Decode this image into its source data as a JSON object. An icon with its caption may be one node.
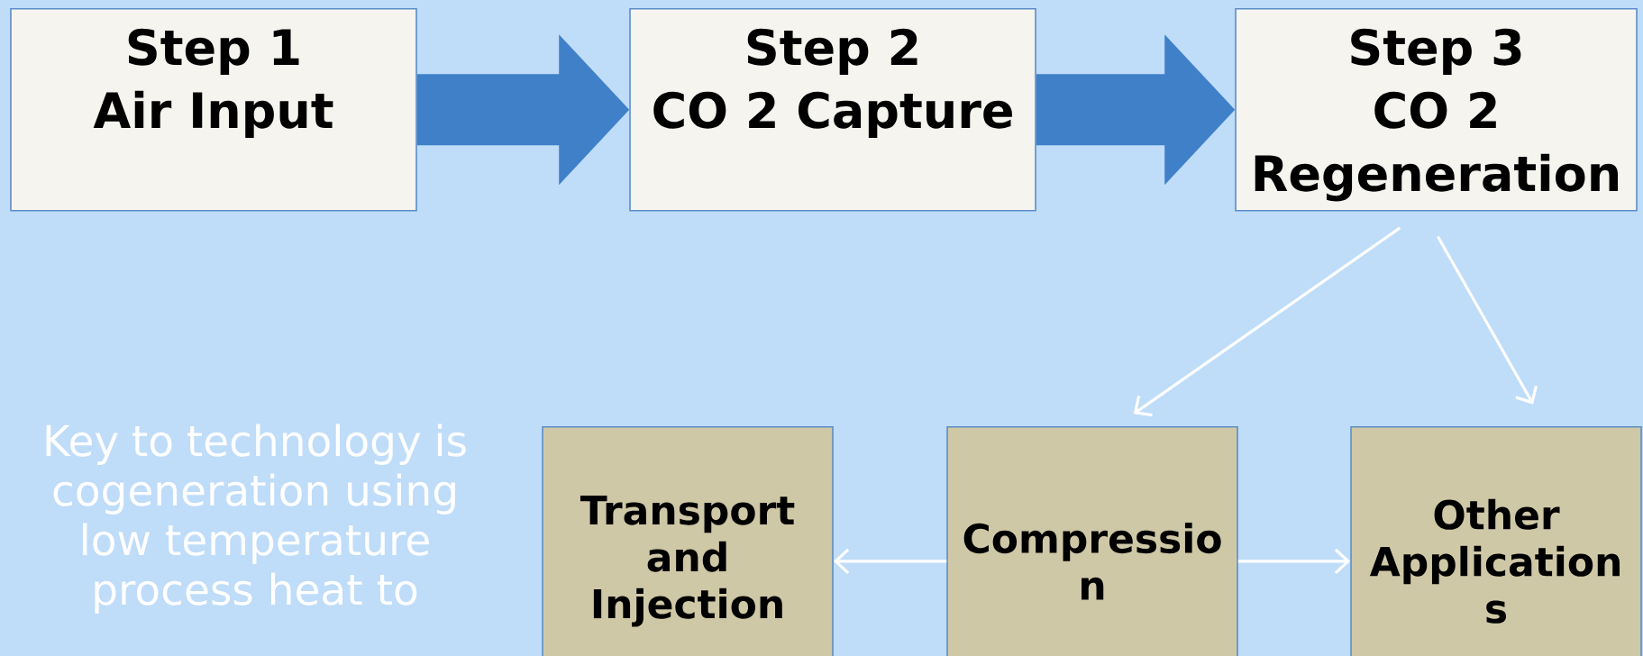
{
  "diagram": {
    "nodes": [
      {
        "text": [
          "Step 1",
          "Air Input"
        ]
      },
      {
        "text": [
          "Step 2",
          "CO 2 Capture"
        ]
      },
      {
        "text": [
          "Step 3",
          "CO 2 Regeneration"
        ]
      },
      {
        "text": [
          "Transport and Injection"
        ]
      },
      {
        "text": [
          "Compressio n"
        ]
      },
      {
        "text": [
          "Other Application s"
        ]
      }
    ],
    "edges": [
      {
        "from": 0,
        "to": 1,
        "arrow": "to",
        "style": "thick",
        "color": "#4080c8"
      },
      {
        "from": 1,
        "to": 2,
        "arrow": "to",
        "style": "thick",
        "color": "#4080c8"
      },
      {
        "from": 2,
        "to": 4,
        "arrow": "to"
      },
      {
        "from": 2,
        "to": 5,
        "arrow": "to"
      },
      {
        "from": 4,
        "to": 3,
        "arrow": "to"
      },
      {
        "from": 4,
        "to": 5,
        "arrow": "to"
      }
    ],
    "labels": [
      "Key to technology is cogeneration using low temperature process heat to"
    ]
  }
}
